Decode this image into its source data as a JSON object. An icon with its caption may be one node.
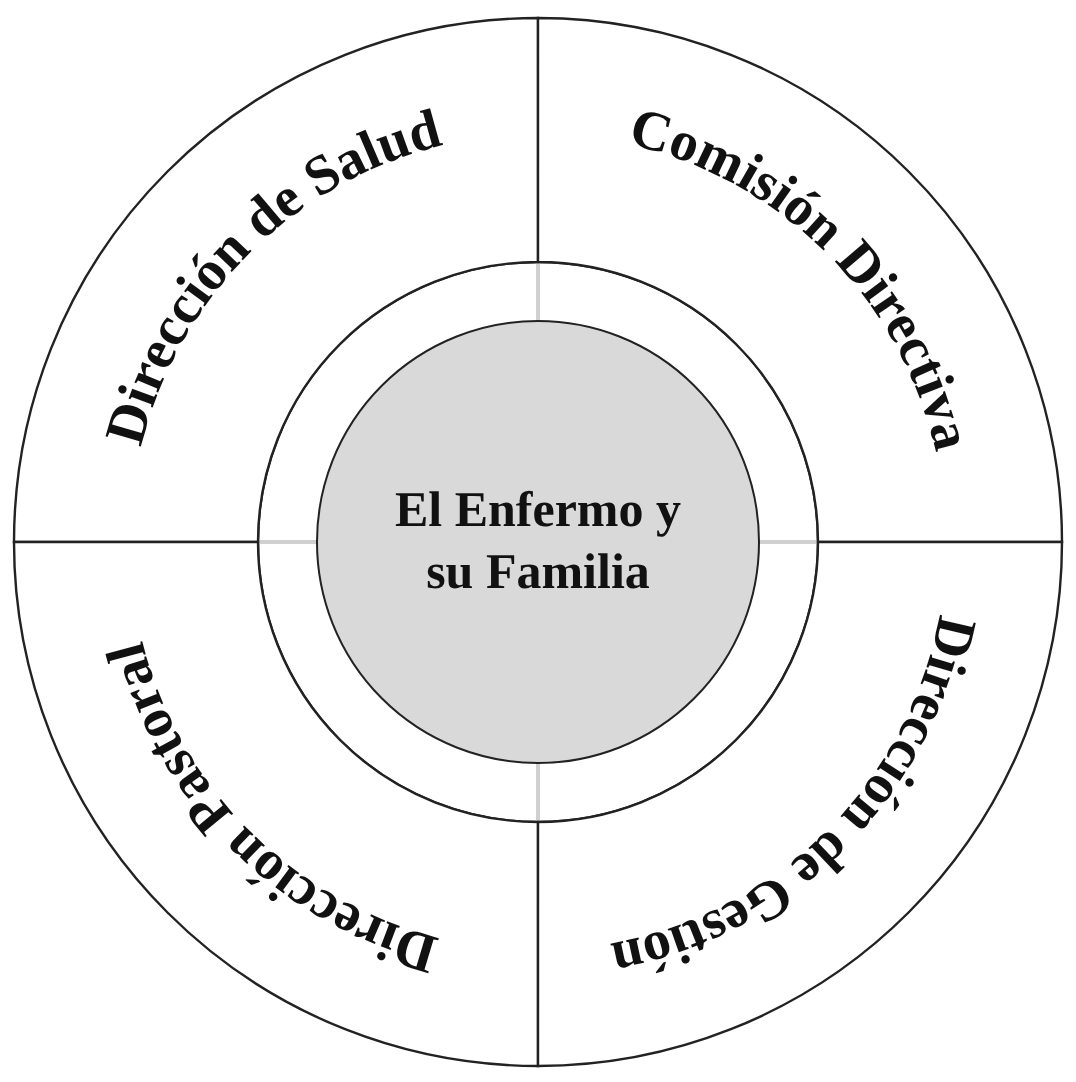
{
  "diagram": {
    "nodes": [
      {
        "text": [
          "Dirección de Salud"
        ]
      },
      {
        "text": [
          "Comisión Directiva"
        ]
      },
      {
        "text": [
          "Dirección Pastoral"
        ]
      },
      {
        "text": [
          "Dirección de Gestión"
        ]
      },
      {
        "text": [
          "El Enfermo y su Familia"
        ]
      }
    ]
  }
}
